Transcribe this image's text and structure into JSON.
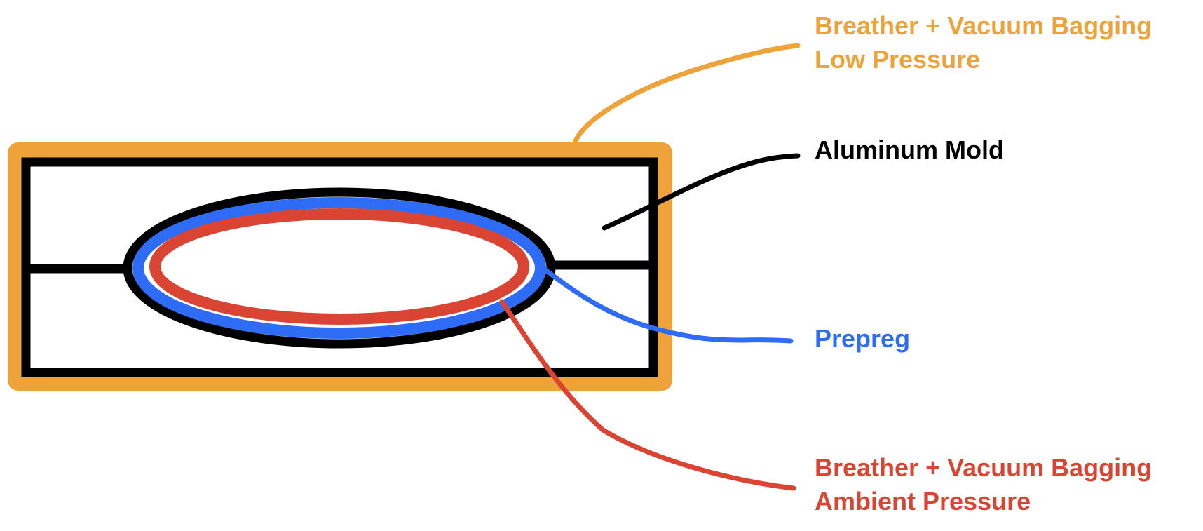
{
  "labels": {
    "outer_bag": {
      "line1": "Breather + Vacuum Bagging",
      "line2": "Low Pressure",
      "color": "#eda33a"
    },
    "mold": {
      "line1": "Aluminum Mold",
      "color": "#000000"
    },
    "prepreg": {
      "line1": "Prepreg",
      "color": "#2f6cf6"
    },
    "inner_bag": {
      "line1": "Breather + Vacuum Bagging",
      "line2": "Ambient Pressure",
      "color": "#da4533"
    }
  },
  "colors": {
    "orange": "#eda33a",
    "black": "#000000",
    "blue": "#2f6cf6",
    "red": "#da4533",
    "background": "#ffffff"
  }
}
